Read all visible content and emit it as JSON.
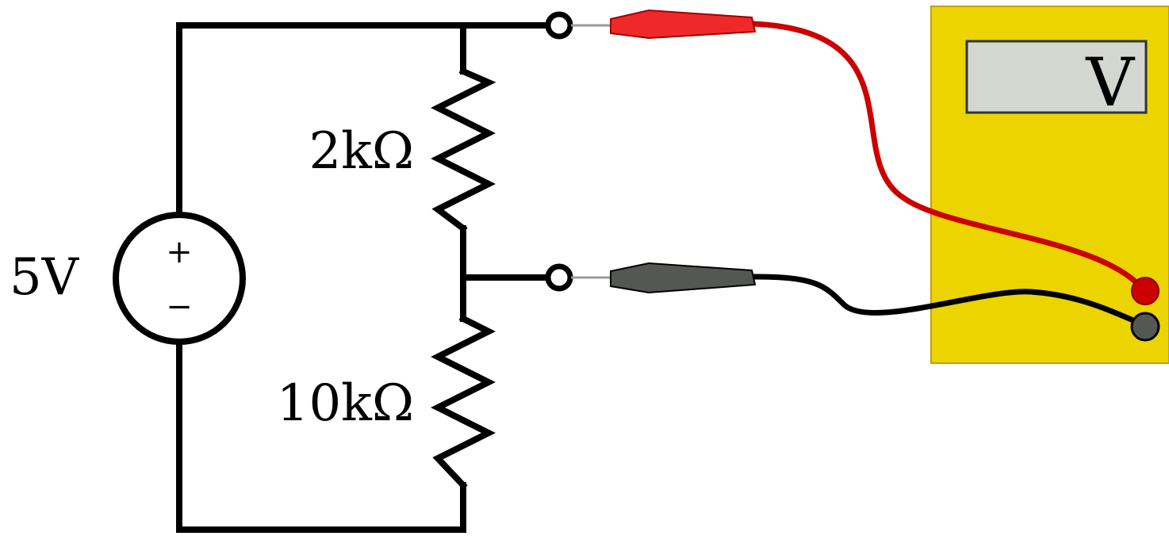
{
  "source": {
    "voltage_label": "5V",
    "plus_symbol": "+",
    "minus_symbol": "−"
  },
  "resistors": [
    {
      "label": "2kΩ"
    },
    {
      "label": "10kΩ"
    }
  ],
  "voltmeter": {
    "display_label": "V",
    "body_color": "#ebd400",
    "display_color": "#d3d7cf"
  },
  "probes": {
    "positive_color": "#ee2a2a",
    "negative_color": "#555753",
    "positive_lead_color": "#cc0000",
    "negative_lead_color": "#000000"
  }
}
